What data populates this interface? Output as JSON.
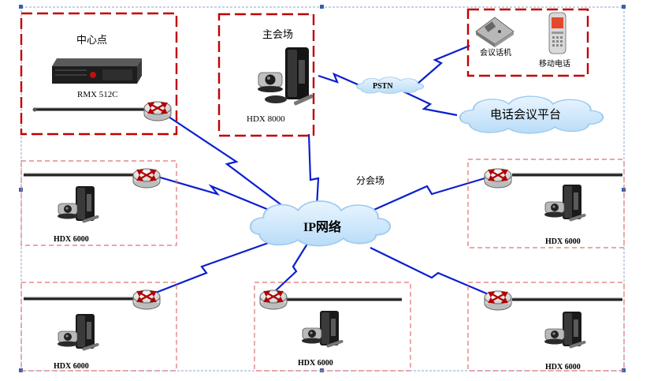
{
  "labels": {
    "center": "中心点",
    "rmx": "RMX 512C",
    "main_venue": "主会场",
    "hdx8000": "HDX 8000",
    "conference_phone": "会议话机",
    "mobile_phone": "移动电话",
    "pstn": "PSTN",
    "phone_conf_platform": "电话会议平台",
    "branch_venue": "分会场",
    "ip_network": "IP网络",
    "hdx6000": "HDX 6000"
  },
  "colors": {
    "dashed_red": "#c00000",
    "dashed_light_red": "#e07070",
    "link_blue": "#0a1ed0",
    "cloud_fill": "#cfe7fb",
    "cloud_stroke": "#9cc9ef"
  },
  "icons": [
    "router-icon",
    "mcu-device-icon",
    "video-terminal-icon",
    "conference-phone-icon",
    "mobile-phone-icon",
    "cloud-icon"
  ]
}
